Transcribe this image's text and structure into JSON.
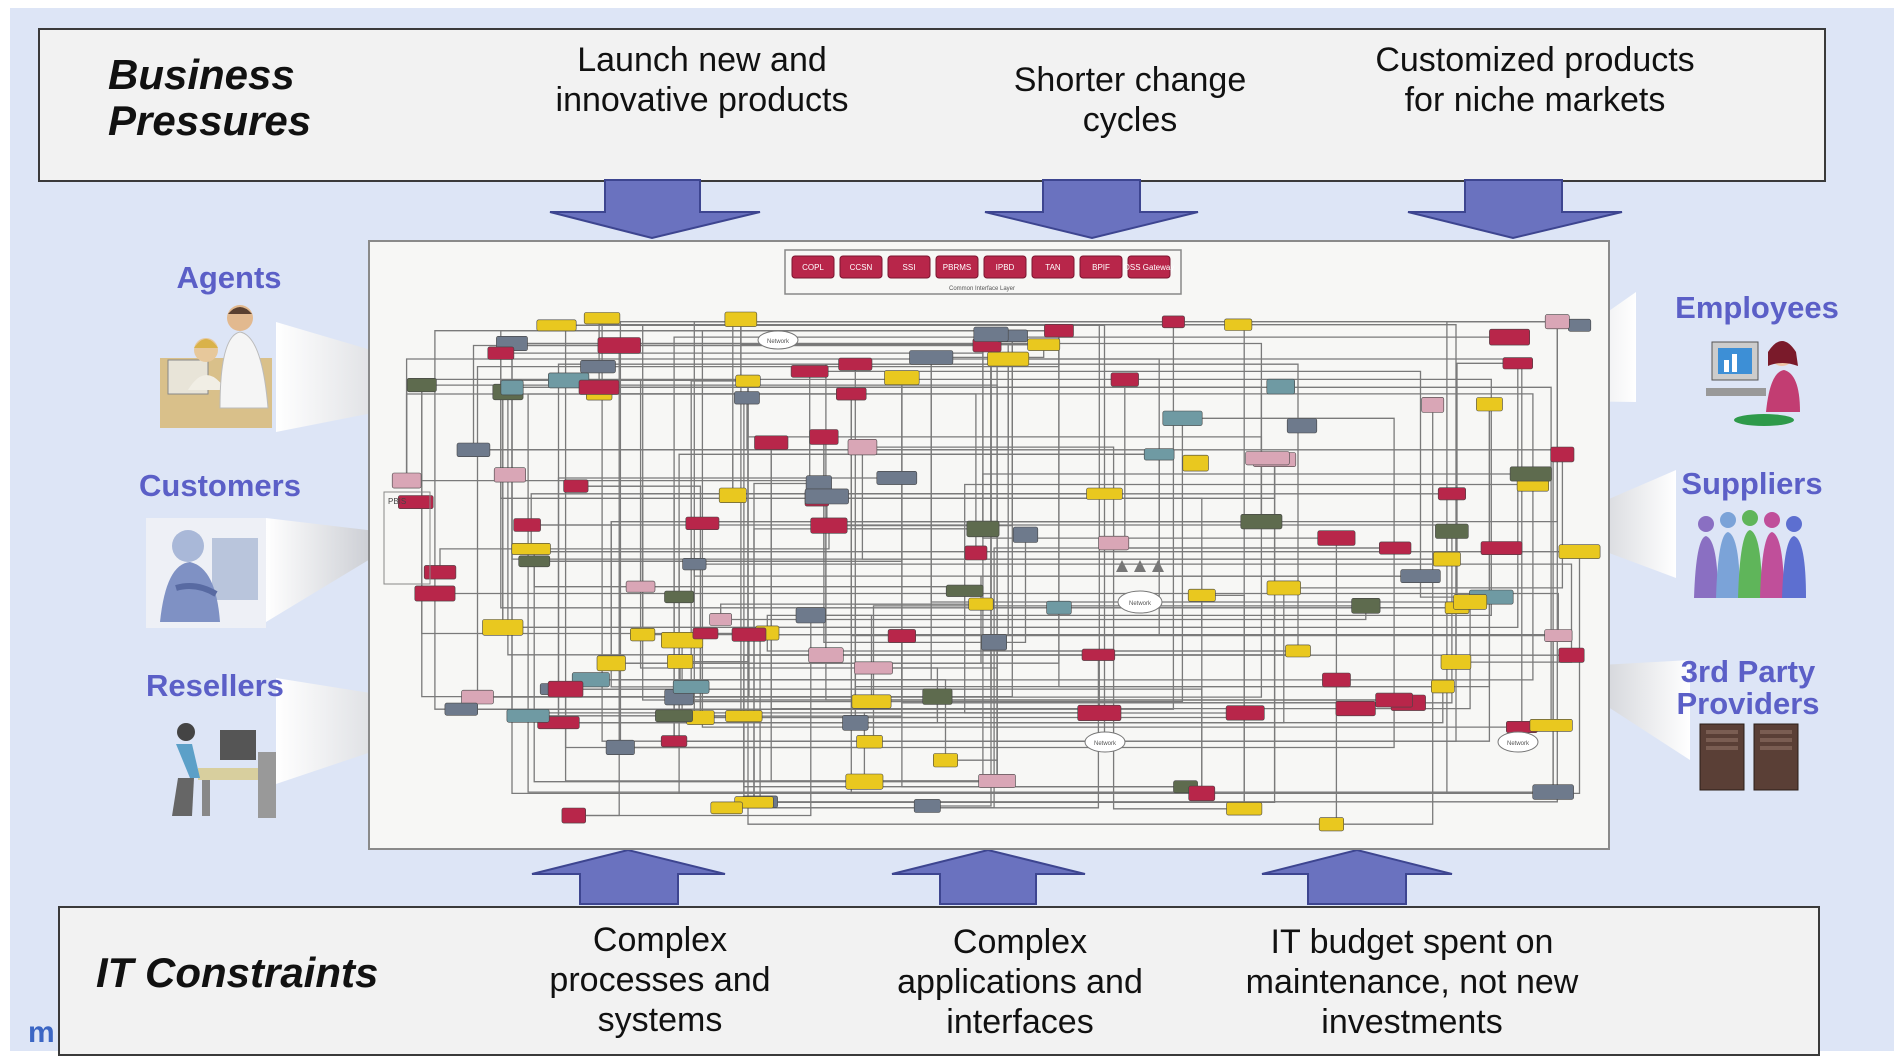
{
  "business_pressures": {
    "heading": "Business Pressures",
    "items": [
      "Launch new and innovative products",
      "Shorter change cycles",
      "Customized products for niche markets"
    ]
  },
  "it_constraints": {
    "heading": "IT Constraints",
    "items": [
      "Complex processes and systems",
      "Complex applications and interfaces",
      "IT budget spent on maintenance, not new investments"
    ]
  },
  "stakeholders": {
    "left": [
      "Agents",
      "Customers",
      "Resellers"
    ],
    "right": [
      "Employees",
      "Suppliers",
      "3rd Party Providers"
    ]
  },
  "diagram": {
    "top_systems": [
      "COPL",
      "CCSN",
      "SSI",
      "PBRMS",
      "IPBD",
      "TAN",
      "BPIF",
      "OSS Gateway"
    ],
    "top_layer_label": "Common Interface Layer",
    "cloud_label": "Network",
    "left_group_label": "PBIS"
  },
  "colors": {
    "slide_background": "#dde5f6",
    "arrow_fill": "#6a72bf",
    "stakeholder_text": "#5b5fc7",
    "node_red": "#b8264a",
    "node_yellow": "#e9c81f",
    "node_gray": "#6e7a8c",
    "node_dark": "#5e6b4e",
    "node_teal": "#6f9aa3",
    "node_pink": "#d9a6b6"
  }
}
